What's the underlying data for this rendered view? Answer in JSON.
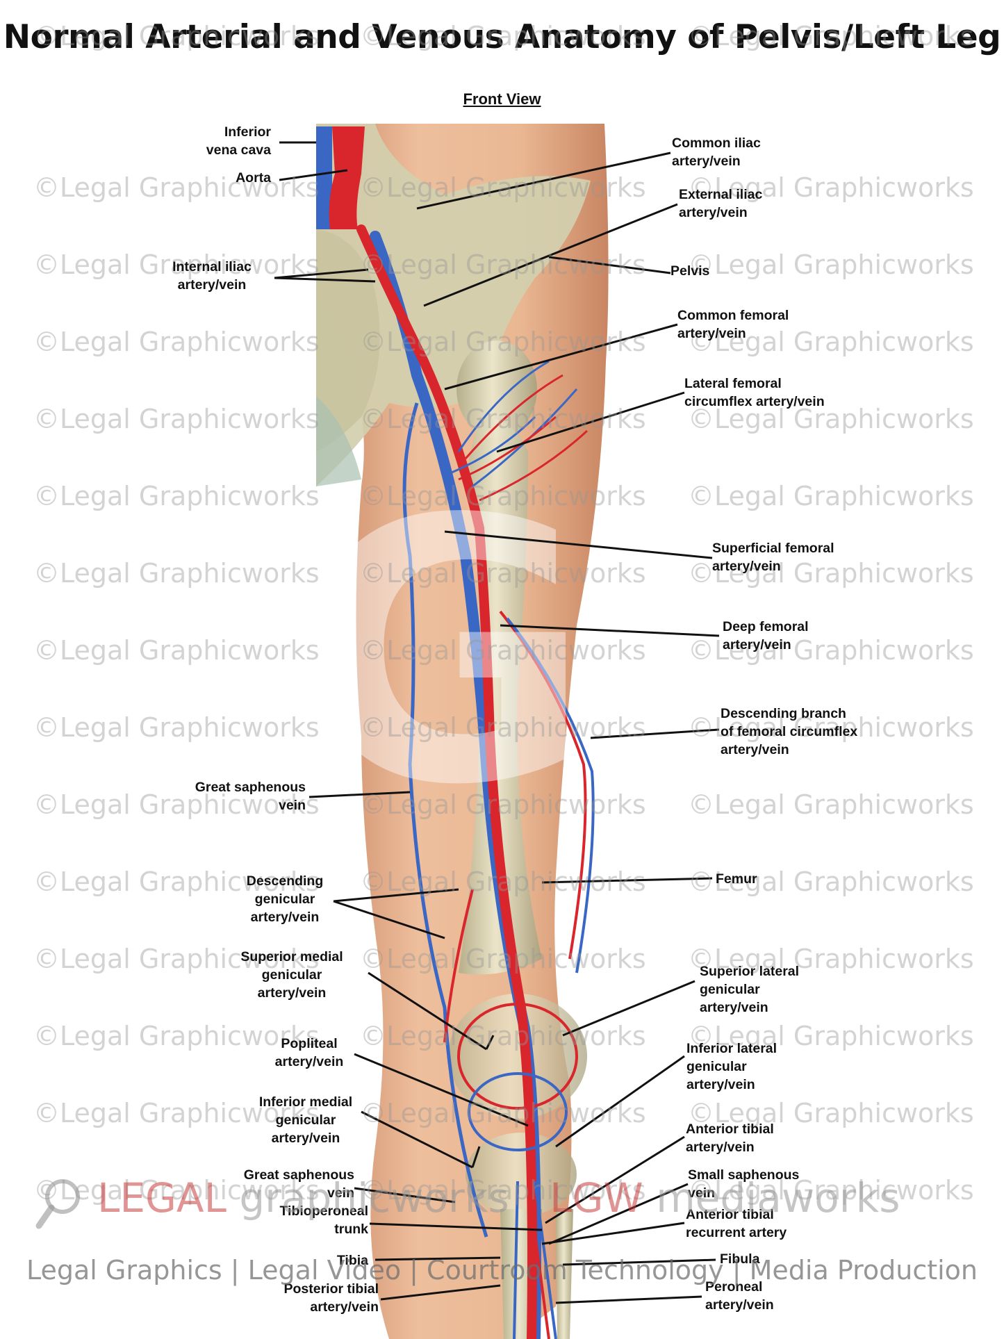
{
  "title": "Normal Arterial and Venous Anatomy of Pelvis/Left Leg",
  "subtitle": "Front View",
  "watermark": "©Legal Graphicworks",
  "logo": {
    "legal": "LEGAL",
    "graphicworks": "graphicworks",
    "lgw": "LGW",
    "mediaworks": "mediaworks"
  },
  "tagline": "Legal Graphics | Legal Video | Courtroom Technology | Media Production",
  "labels_left": [
    {
      "id": "inferior-vena-cava",
      "text": "Inferior\nvena cava"
    },
    {
      "id": "aorta",
      "text": "Aorta"
    },
    {
      "id": "internal-iliac",
      "text": "Internal iliac\nartery/vein"
    },
    {
      "id": "great-saphenous-upper",
      "text": "Great saphenous\nvein"
    },
    {
      "id": "descending-genicular",
      "text": "Descending\ngenicular\nartery/vein"
    },
    {
      "id": "superior-medial-genicular",
      "text": "Superior medial\ngenicular\nartery/vein"
    },
    {
      "id": "popliteal",
      "text": "Popliteal\nartery/vein"
    },
    {
      "id": "inferior-medial-genicular",
      "text": "Inferior medial\ngenicular\nartery/vein"
    },
    {
      "id": "great-saphenous-lower",
      "text": "Great saphenous\nvein"
    },
    {
      "id": "tibioperoneal-trunk",
      "text": "Tibioperoneal\ntrunk"
    },
    {
      "id": "tibia",
      "text": "Tibia"
    },
    {
      "id": "posterior-tibial",
      "text": "Posterior tibial\nartery/vein"
    }
  ],
  "labels_right": [
    {
      "id": "common-iliac",
      "text": "Common iliac\nartery/vein"
    },
    {
      "id": "external-iliac",
      "text": "External iliac\nartery/vein"
    },
    {
      "id": "pelvis",
      "text": "Pelvis"
    },
    {
      "id": "common-femoral",
      "text": "Common femoral\nartery/vein"
    },
    {
      "id": "lateral-femoral-circumflex",
      "text": "Lateral femoral\ncircumflex artery/vein"
    },
    {
      "id": "superficial-femoral",
      "text": "Superficial femoral\nartery/vein"
    },
    {
      "id": "deep-femoral",
      "text": "Deep femoral\nartery/vein"
    },
    {
      "id": "descending-branch",
      "text": "Descending branch\nof femoral circumflex\nartery/vein"
    },
    {
      "id": "femur",
      "text": "Femur"
    },
    {
      "id": "superior-lateral-genicular",
      "text": "Superior lateral\ngenicular\nartery/vein"
    },
    {
      "id": "inferior-lateral-genicular",
      "text": "Inferior lateral\ngenicular\nartery/vein"
    },
    {
      "id": "anterior-tibial",
      "text": "Anterior tibial\nartery/vein"
    },
    {
      "id": "small-saphenous",
      "text": "Small saphenous\nvein"
    },
    {
      "id": "anterior-tibial-recurrent",
      "text": "Anterior tibial\nrecurrent artery"
    },
    {
      "id": "fibula",
      "text": "Fibula"
    },
    {
      "id": "peroneal",
      "text": "Peroneal\nartery/vein"
    }
  ],
  "colors": {
    "artery": "#d8262c",
    "vein": "#3a66c4",
    "skin": "#e8b48f",
    "bone": "#d9d3b4",
    "leader": "#111111"
  }
}
